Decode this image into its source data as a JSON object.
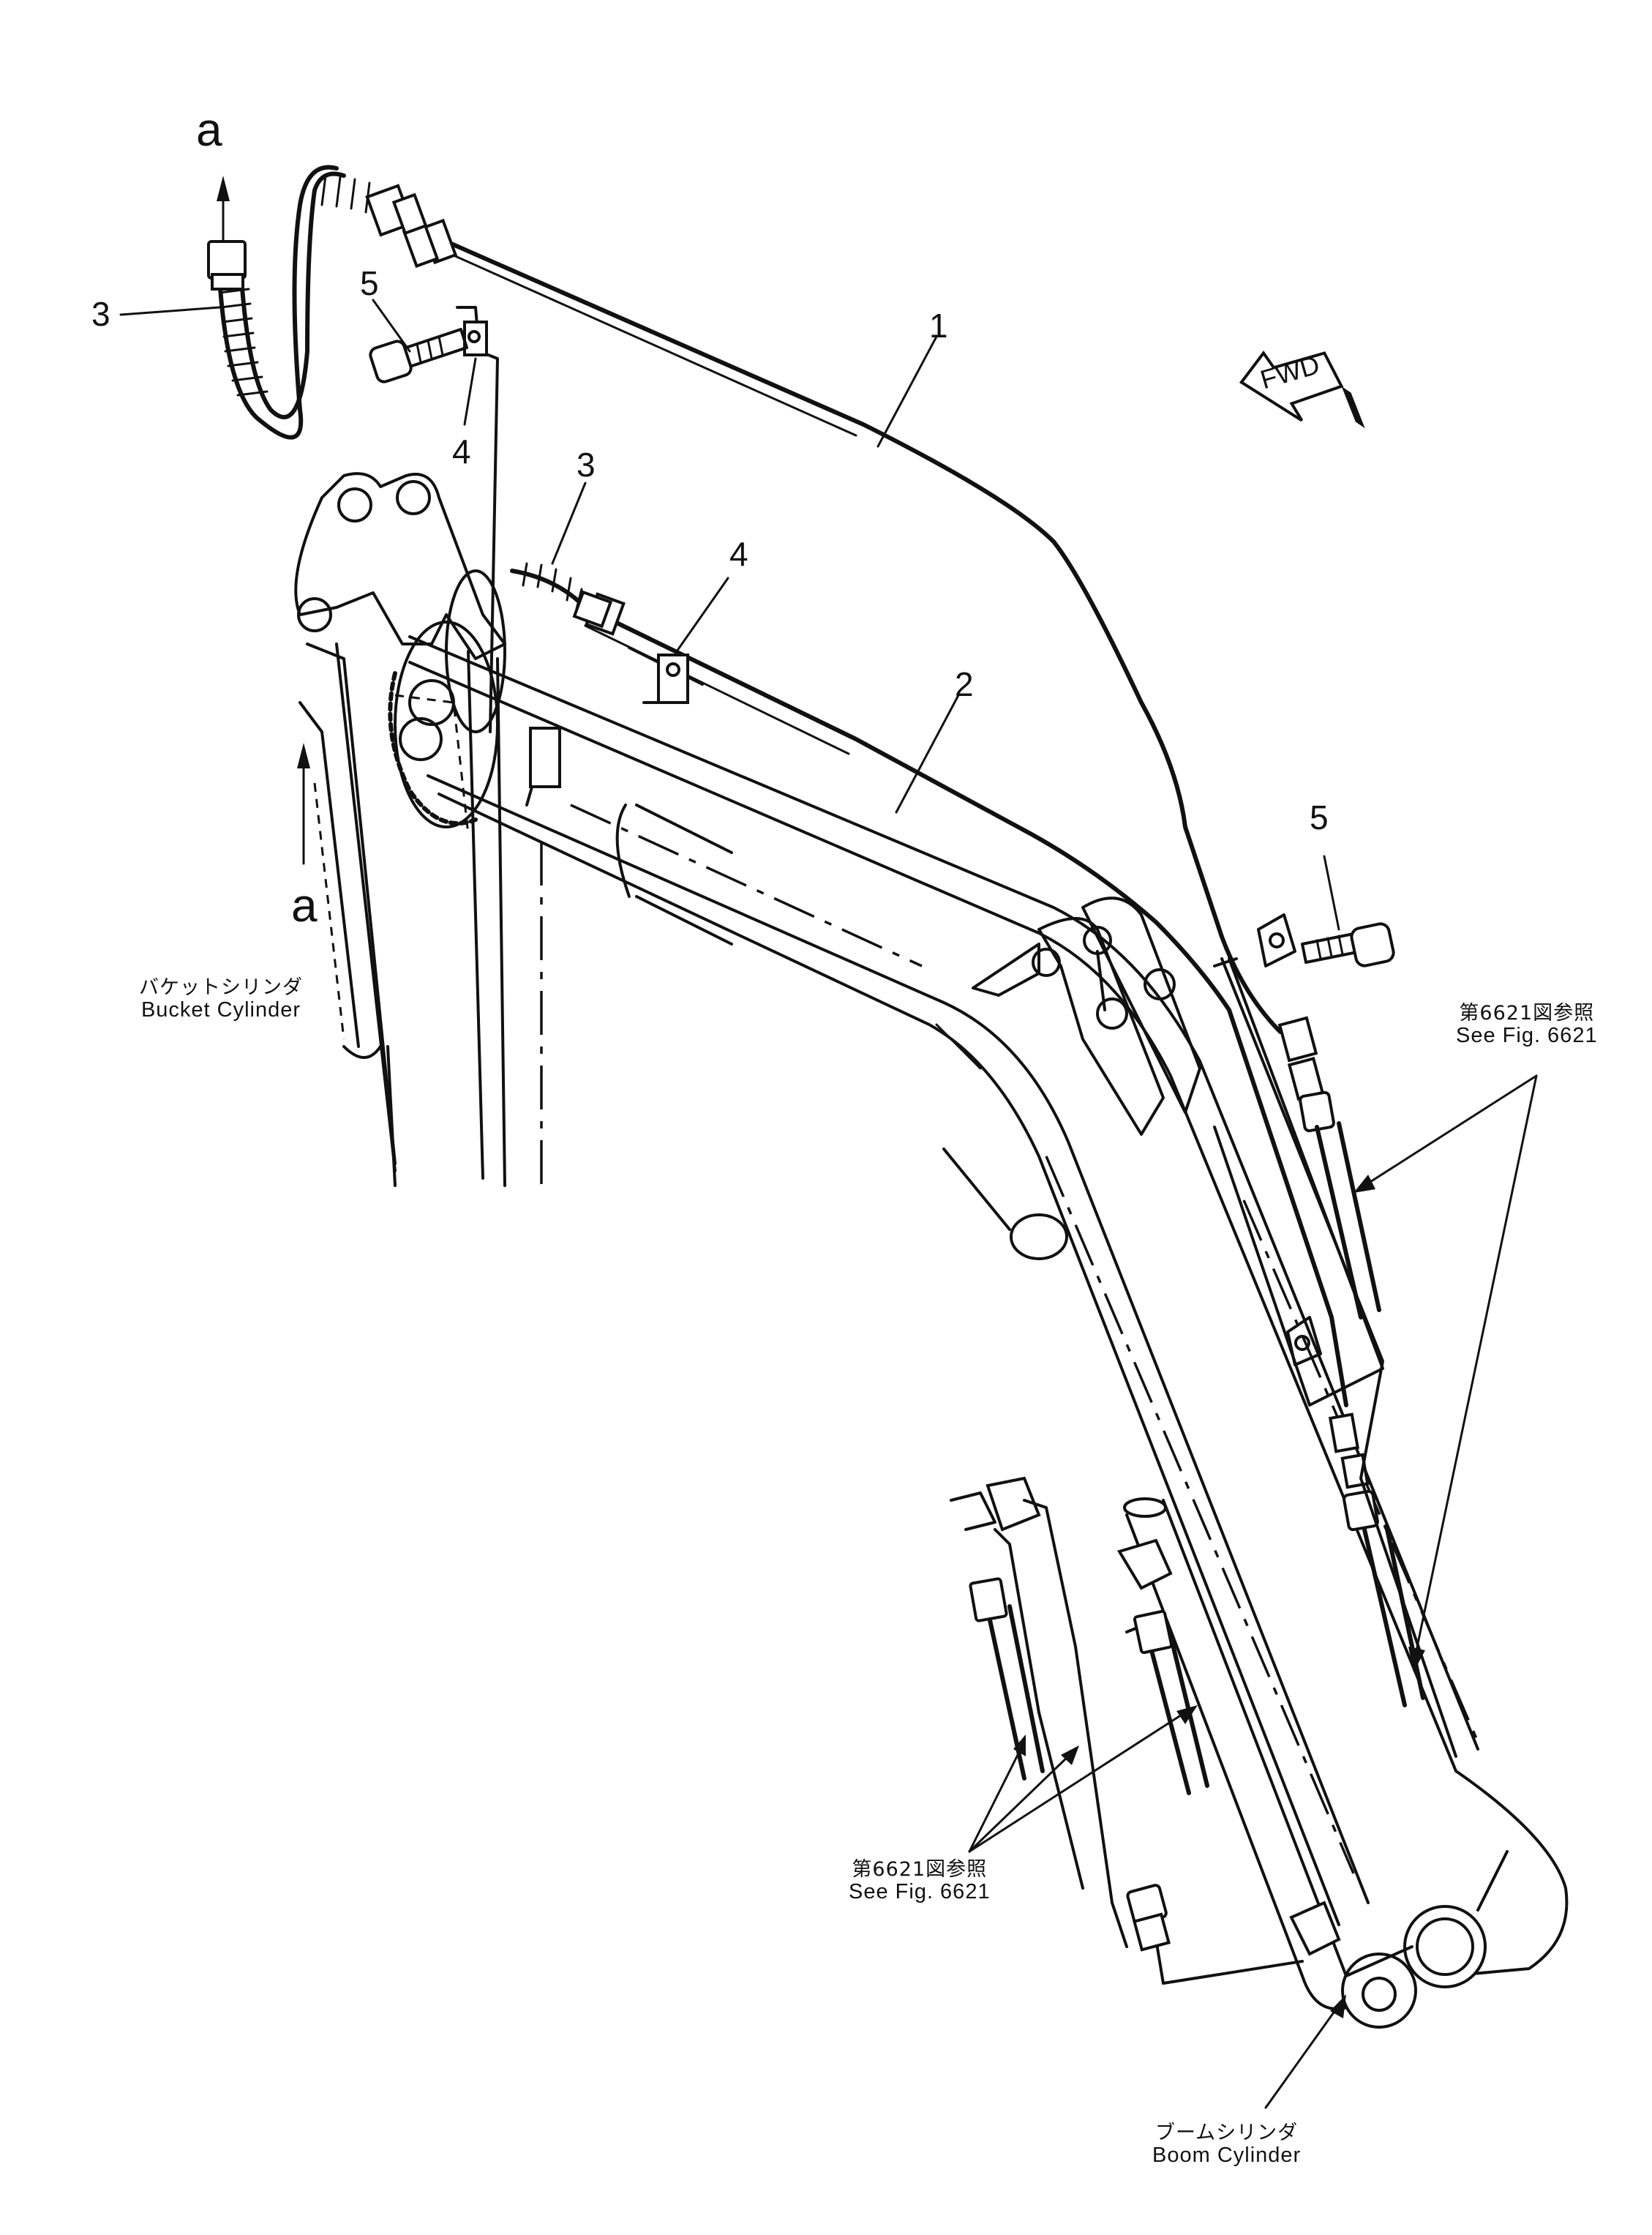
{
  "callouts": [
    {
      "id": "1",
      "text": "1"
    },
    {
      "id": "2",
      "text": "2"
    },
    {
      "id": "3a",
      "text": "3"
    },
    {
      "id": "3b",
      "text": "3"
    },
    {
      "id": "4a",
      "text": "4"
    },
    {
      "id": "4b",
      "text": "4"
    },
    {
      "id": "5a",
      "text": "5"
    },
    {
      "id": "5b",
      "text": "5"
    }
  ],
  "connector_marks": {
    "top": "a",
    "bottom": "a"
  },
  "forward_badge": {
    "text": "FWD"
  },
  "components": {
    "bucket_cylinder": {
      "ja": "バケットシリンダ",
      "en": "Bucket Cylinder"
    },
    "boom_cylinder": {
      "ja": "ブームシリンダ",
      "en": "Boom Cylinder"
    }
  },
  "references": {
    "right": {
      "ja": "第6621図参照",
      "en": "See Fig. 6621"
    },
    "bottom": {
      "ja": "第6621図参照",
      "en": "See Fig. 6621"
    }
  }
}
